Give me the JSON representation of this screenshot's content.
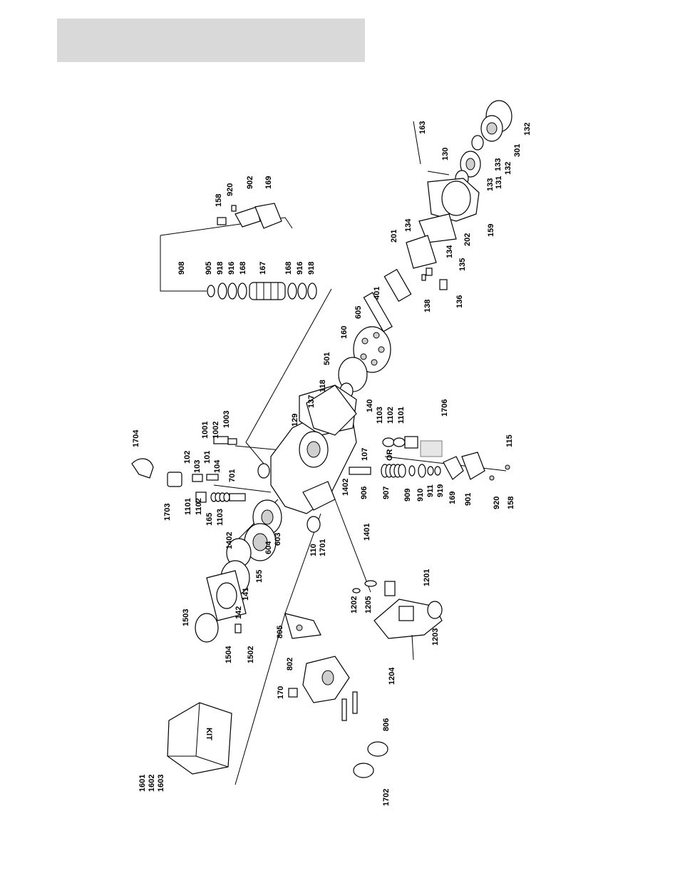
{
  "header": {
    "text": ""
  },
  "kit_box": {
    "label": "KIT"
  },
  "part_labels": [
    "163",
    "130",
    "133",
    "131",
    "133",
    "132",
    "301",
    "132",
    "159",
    "202",
    "134",
    "134",
    "135",
    "136",
    "138",
    "201",
    "401",
    "605",
    "160",
    "501",
    "118",
    "140",
    "1103",
    "1102",
    "1101",
    "1706",
    "137",
    "129",
    "107",
    "OR",
    "1001",
    "1002",
    "1003",
    "1704",
    "102",
    "103",
    "101",
    "104",
    "701",
    "1703",
    "1101",
    "1102",
    "165",
    "1103",
    "1402",
    "603",
    "604",
    "155",
    "141",
    "142",
    "1503",
    "1502",
    "1504",
    "1402",
    "906",
    "907",
    "909",
    "910",
    "911",
    "919",
    "169",
    "901",
    "920",
    "158",
    "115",
    "110",
    "1701",
    "1401",
    "1202",
    "1205",
    "1201",
    "1203",
    "1204",
    "805",
    "802",
    "170",
    "806",
    "1702",
    "1601",
    "1602",
    "1603",
    "908",
    "905",
    "918",
    "916",
    "168",
    "167",
    "168",
    "916",
    "918",
    "158",
    "920",
    "902",
    "169"
  ]
}
